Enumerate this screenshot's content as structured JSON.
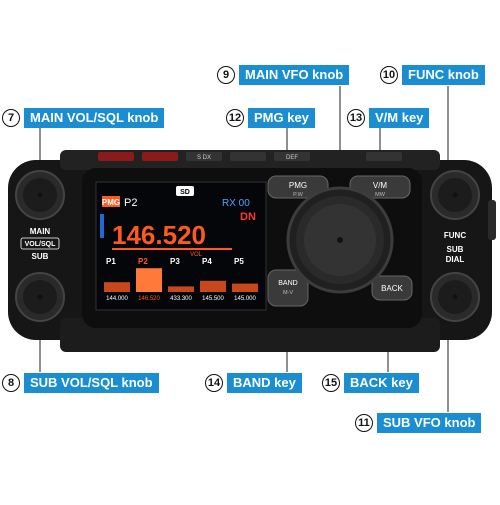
{
  "callouts": [
    {
      "num": "7",
      "label": "MAIN VOL/SQL knob"
    },
    {
      "num": "8",
      "label": "SUB VOL/SQL knob"
    },
    {
      "num": "9",
      "label": "MAIN VFO knob"
    },
    {
      "num": "10",
      "label": "FUNC knob"
    },
    {
      "num": "11",
      "label": "SUB VFO knob"
    },
    {
      "num": "12",
      "label": "PMG key"
    },
    {
      "num": "13",
      "label": "V/M key"
    },
    {
      "num": "14",
      "label": "BAND key"
    },
    {
      "num": "15",
      "label": "BACK key"
    }
  ],
  "radio": {
    "panel_left": {
      "main": "MAIN",
      "vol_sql": "VOL/SQL",
      "sub": "SUB"
    },
    "panel_right": {
      "func": "FUNC",
      "sub": "SUB",
      "dial": "DIAL"
    },
    "keys": {
      "pmg": "PMG",
      "pmg_sub": "P.W",
      "vm": "V/M",
      "vm_sub": "MW",
      "band": "BAND",
      "band_sub": "M-V",
      "back": "BACK"
    },
    "display": {
      "pmg_badge": "PMG",
      "preset": "P2",
      "sd": "SD",
      "rx": "RX 00",
      "dn": "DN",
      "freq": "146.520",
      "vol": "VOL",
      "bars": [
        {
          "label": "P1",
          "freq": "144.000",
          "level": 0.35
        },
        {
          "label": "P2",
          "freq": "146.520",
          "level": 0.85
        },
        {
          "label": "P3",
          "freq": "433.300",
          "level": 0.2
        },
        {
          "label": "P4",
          "freq": "145.500",
          "level": 0.4
        },
        {
          "label": "P5",
          "freq": "145.000",
          "level": 0.3
        }
      ]
    },
    "top_buttons": [
      "S DX",
      "DEF"
    ]
  },
  "colors": {
    "callout": "#1a8ed0",
    "freq": "#ff5a1e",
    "body": "#161616",
    "screen": "#05060a"
  }
}
